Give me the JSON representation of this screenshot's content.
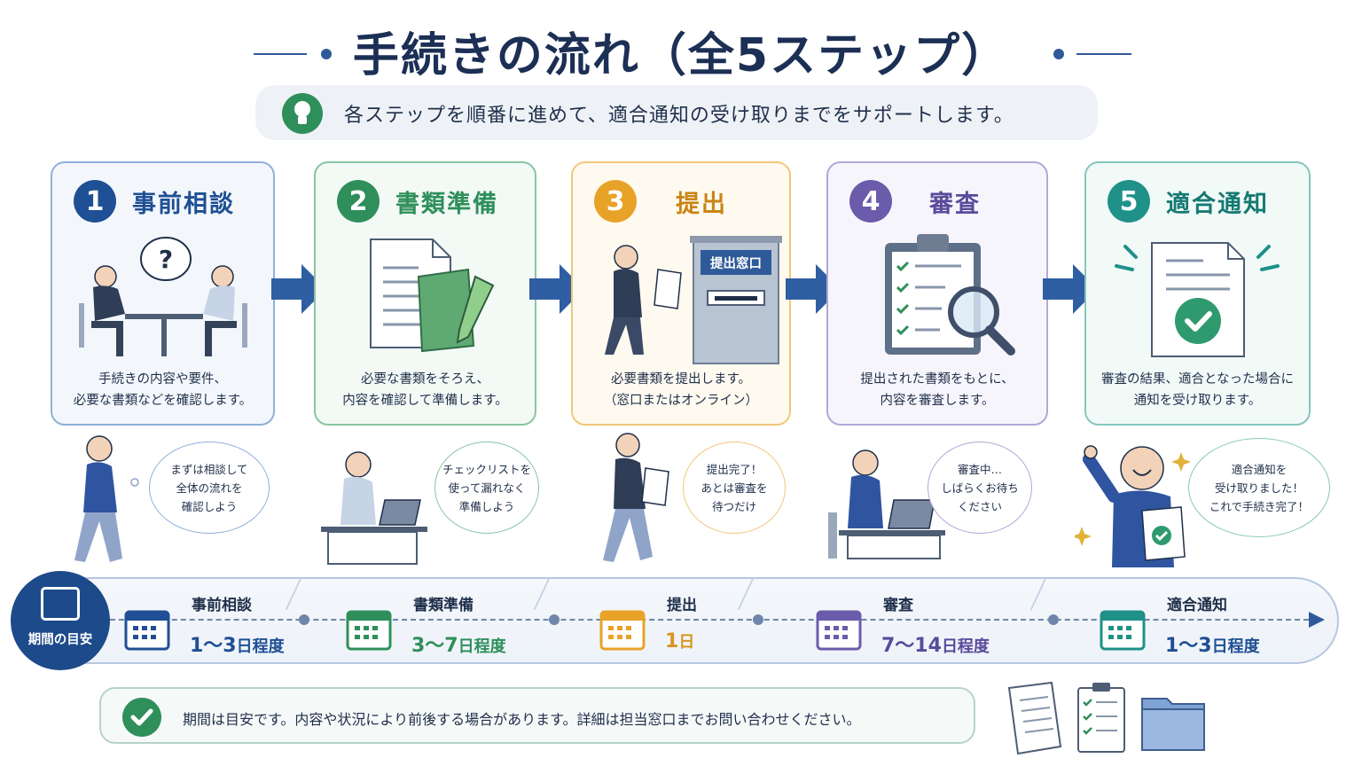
{
  "title": "手続きの流れ（全5ステップ）",
  "subtitle": "各ステップを順番に進めて、適合通知の受け取りまでをサポートします。",
  "colors": {
    "navy": "#1d4a8a",
    "step1": "#1f4f94",
    "step2": "#2f8f5b",
    "step3": "#e8a228",
    "step4": "#6b5bab",
    "step5": "#1f9189",
    "arrow": "#2f5ea3"
  },
  "steps": [
    {
      "num": "1",
      "title": "事前相談",
      "desc_lines": [
        "手続きの内容や要件、",
        "必要な書類などを確認します。"
      ],
      "bubble_lines": [
        "まずは相談して",
        "全体の流れを",
        "確認しよう"
      ],
      "icon": "consultation-icon"
    },
    {
      "num": "2",
      "title": "書類準備",
      "desc_lines": [
        "必要な書類をそろえ、",
        "内容を確認して準備します。"
      ],
      "bubble_lines": [
        "チェックリストを",
        "使って漏れなく",
        "準備しよう"
      ],
      "icon": "documents-icon"
    },
    {
      "num": "3",
      "title": "提出",
      "desc_lines": [
        "必要書類を提出します。",
        "（窓口またはオンライン）"
      ],
      "window_sign": "提出窓口",
      "bubble_lines": [
        "提出完了！",
        "あとは審査を",
        "待つだけ"
      ],
      "icon": "submission-window-icon"
    },
    {
      "num": "4",
      "title": "審査",
      "desc_lines": [
        "提出された書類をもとに、",
        "内容を審査します。"
      ],
      "bubble_lines": [
        "審査中…",
        "しばらくお待ち",
        "ください"
      ],
      "icon": "clipboard-magnifier-icon"
    },
    {
      "num": "5",
      "title": "適合通知",
      "desc_lines": [
        "審査の結果、適合となった場合に",
        "通知を受け取ります。"
      ],
      "bubble_lines": [
        "適合通知を",
        "受け取りました！",
        "これで手続き完了！"
      ],
      "icon": "approved-document-icon"
    }
  ],
  "timeline": {
    "badge": "期間の目安",
    "items": [
      {
        "label": "事前相談",
        "dur_num": "1〜3",
        "dur_unit": "日程度"
      },
      {
        "label": "書類準備",
        "dur_num": "3〜7",
        "dur_unit": "日程度"
      },
      {
        "label": "提出",
        "dur_num": "1",
        "dur_unit": "日"
      },
      {
        "label": "審査",
        "dur_num": "7〜14",
        "dur_unit": "日程度"
      },
      {
        "label": "適合通知",
        "dur_num": "1〜3",
        "dur_unit": "日程度"
      }
    ]
  },
  "note": "期間は目安です。内容や状況により前後する場合があります。詳細は担当窓口までお問い合わせください。"
}
